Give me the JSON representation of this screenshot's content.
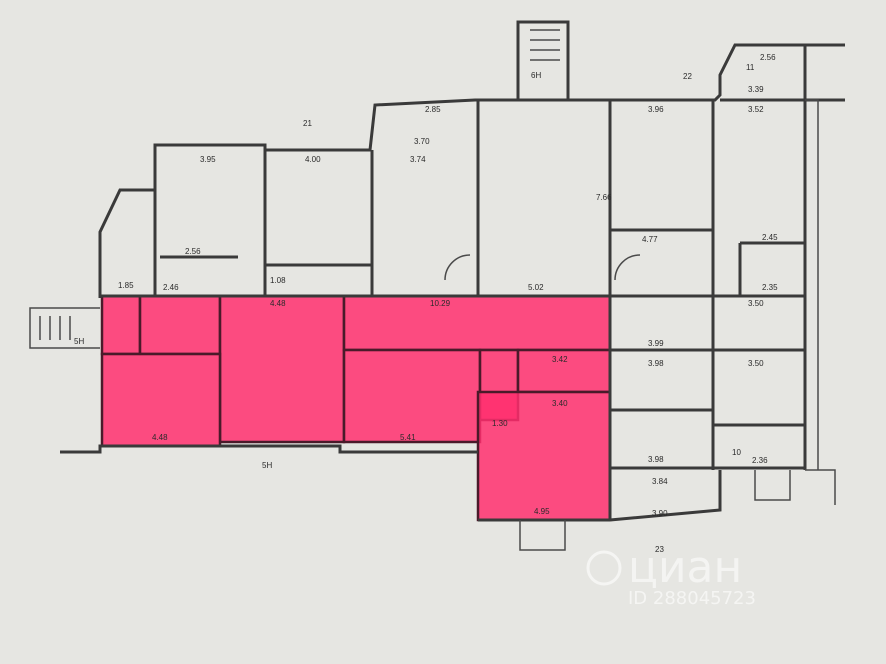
{
  "labels": {
    "l21": "21",
    "l22": "22",
    "l23": "23",
    "l6h": "6Н",
    "l5h_left": "5Н",
    "l5h_bottom": "5Н",
    "d285": "2.85",
    "d370": "3.70",
    "d374": "3.74",
    "d395": "3.95",
    "d400": "4.00",
    "d256a": "2.56",
    "d339": "3.39",
    "d396": "3.96",
    "d352": "3.52",
    "d766": "7.66",
    "d502": "5.02",
    "d477": "4.77",
    "d245": "2.45",
    "d235": "2.35",
    "d448": "4.48",
    "d1029": "10.29",
    "d350a": "3.50",
    "d350b": "3.50",
    "d399": "3.99",
    "d398a": "3.98",
    "d342": "3.42",
    "d340": "3.40",
    "d448b": "4.48",
    "d541": "5.41",
    "d130": "1.30",
    "d495": "4.95",
    "d398b": "3.98",
    "d384": "3.84",
    "d390": "3.90",
    "d236": "2.36",
    "d185": "1.85",
    "d246": "2.46",
    "d256b": "2.56",
    "d108": "1.08",
    "r10": "10",
    "r11": "11"
  },
  "watermark": {
    "brand": "циан",
    "id": "ID 288045723"
  }
}
